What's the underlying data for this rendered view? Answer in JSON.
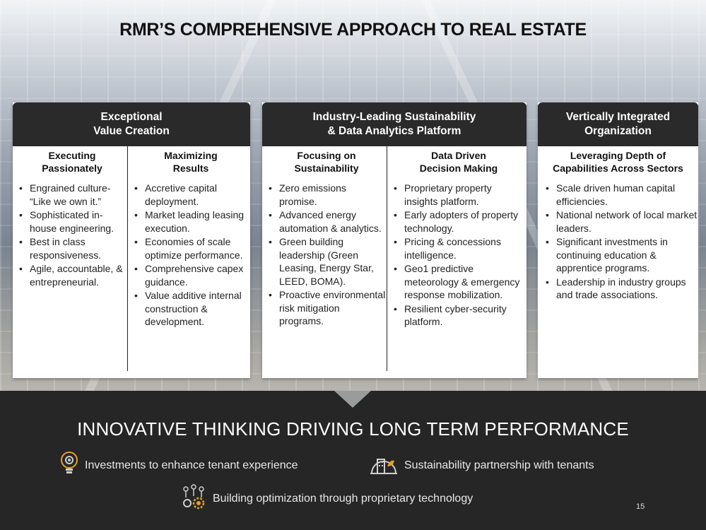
{
  "title": "RMR’S COMPREHENSIVE APPROACH TO REAL ESTATE",
  "cards": [
    {
      "heading": "Exceptional\nValue Creation",
      "columns": [
        {
          "heading": "Executing\nPassionately",
          "items": [
            "Engrained culture- “Like we own it.”",
            "Sophisticated in-house engineering.",
            "Best in class responsiveness.",
            "Agile, accountable, & entrepreneurial."
          ]
        },
        {
          "heading": "Maximizing\nResults",
          "items": [
            "Accretive capital deployment.",
            "Market leading leasing execution.",
            "Economies of scale optimize performance.",
            "Comprehensive capex guidance.",
            "Value additive internal construction & development."
          ]
        }
      ]
    },
    {
      "heading": "Industry-Leading Sustainability\n& Data Analytics Platform",
      "columns": [
        {
          "heading": "Focusing on\nSustainability",
          "items": [
            "Zero emissions promise.",
            "Advanced energy automation & analytics.",
            "Green building leadership (Green Leasing, Energy Star, LEED, BOMA).",
            "Proactive environmental risk mitigation programs."
          ]
        },
        {
          "heading": "Data Driven\nDecision Making",
          "items": [
            "Proprietary property insights platform.",
            "Early adopters of property technology.",
            "Pricing & concessions intelligence.",
            "Geo1 predictive meteorology & emergency response mobilization.",
            "Resilient cyber-security platform."
          ]
        }
      ]
    },
    {
      "heading": "Vertically Integrated\nOrganization",
      "columns": [
        {
          "heading": "Leveraging Depth of\nCapabilities Across Sectors",
          "items": [
            "Scale driven human capital efficiencies.",
            "National network of local market leaders.",
            "Significant investments in continuing education & apprentice programs.",
            "Leadership in industry groups and trade associations."
          ]
        }
      ]
    }
  ],
  "tagline": "INNOVATIVE THINKING DRIVING LONG TERM PERFORMANCE",
  "features": [
    {
      "icon": "lightbulb-gear-icon",
      "text": "Investments to enhance tenant experience"
    },
    {
      "icon": "green-building-icon",
      "text": "Sustainability partnership with tenants"
    },
    {
      "icon": "technology-gears-icon",
      "text": "Building optimization through proprietary technology"
    }
  ],
  "page_number": "15",
  "colors": {
    "header": "#2a2a2a",
    "footer": "#262626",
    "icon_accent": "#e8a21c"
  }
}
